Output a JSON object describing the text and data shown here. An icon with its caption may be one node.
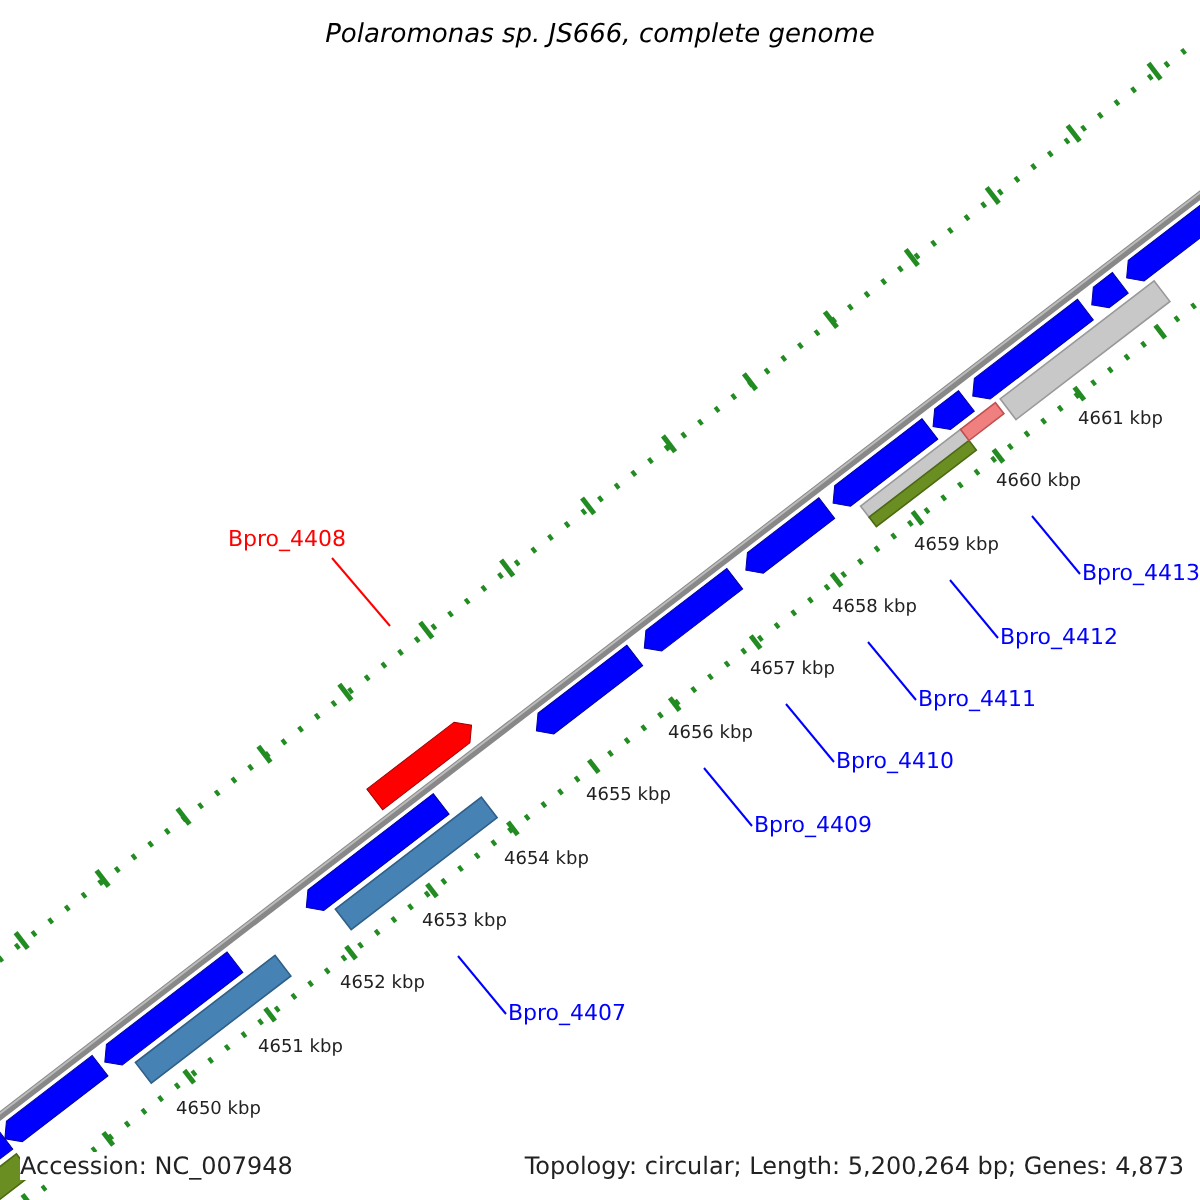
{
  "diagram": {
    "title": "Polaromonas sp. JS666, complete genome",
    "nodes": [
      {
        "text": [
          "Bpro_4408"
        ]
      },
      {
        "text": [
          "Bpro_4407"
        ]
      },
      {
        "text": [
          "Bpro_4409"
        ]
      },
      {
        "text": [
          "Bpro_4410"
        ]
      },
      {
        "text": [
          "Bpro_4411"
        ]
      },
      {
        "text": [
          "Bpro_4412"
        ]
      },
      {
        "text": [
          "Bpro_4413"
        ]
      }
    ],
    "edges": [
      {
        "from": 0,
        "to": null,
        "arrow": "none",
        "color": "#ff0000"
      },
      {
        "from": 1,
        "to": null,
        "arrow": "none"
      },
      {
        "from": 2,
        "to": null,
        "arrow": "none"
      },
      {
        "from": 3,
        "to": null,
        "arrow": "none"
      },
      {
        "from": 4,
        "to": null,
        "arrow": "none"
      },
      {
        "from": 5,
        "to": null,
        "arrow": "none"
      },
      {
        "from": 6,
        "to": null,
        "arrow": "none"
      }
    ],
    "labels": [
      "4661 kbp",
      "4660 kbp",
      "4659 kbp",
      "4658 kbp",
      "4657 kbp",
      "4656 kbp",
      "4655 kbp",
      "4654 kbp",
      "4653 kbp",
      "4652 kbp",
      "4651 kbp",
      "4650 kbp",
      "Accession: NC_007948",
      "Topology: circular; Length: 5,200,264 bp; Genes: 4,873"
    ]
  }
}
